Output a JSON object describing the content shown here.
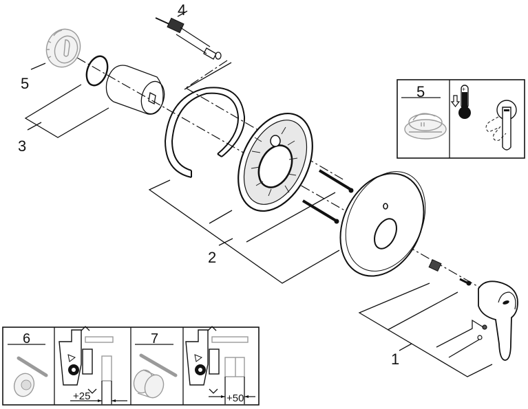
{
  "diagram": {
    "type": "exploded-parts-diagram",
    "subject": "concealed single-lever shower mixer trim set",
    "callouts": [
      {
        "id": "1",
        "label": "1",
        "part": "lever handle set with adapter, screw, set screw and cap"
      },
      {
        "id": "2",
        "label": "2",
        "part": "escutcheon / wall plate set with backplate, retaining ring and screws"
      },
      {
        "id": "3",
        "label": "3",
        "part": "sleeve with O-ring"
      },
      {
        "id": "4",
        "label": "4",
        "part": "cartridge spindle / extension"
      },
      {
        "id": "5",
        "label": "5",
        "part": "temperature limiter stop ring"
      }
    ],
    "inset_temperature_limiter": {
      "label": "5",
      "icons": [
        "temperature-limiter-ring-icon",
        "thermometer-icon",
        "arrow-down-icon",
        "lever-rotation-icon"
      ],
      "thermometer_mark": "+",
      "lever_mark": "−"
    },
    "extension_sets": [
      {
        "label": "6",
        "dimension": "+25"
      },
      {
        "label": "7",
        "dimension": "+50"
      }
    ]
  }
}
